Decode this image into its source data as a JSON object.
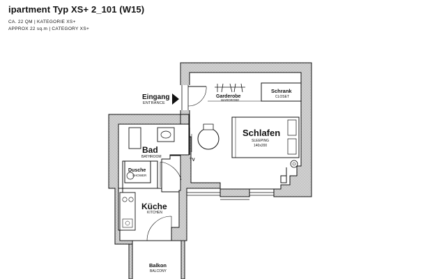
{
  "header": {
    "title": "ipartment Typ XS+ 2_101 (W15)",
    "subtitle_de": "CA. 22 QM | KATEGORIE XS+",
    "subtitle_en": "APPROX 22 sq.m | CATEGORY XS+"
  },
  "rooms": {
    "entrance": {
      "de": "Eingang",
      "en": "ENTRANCE"
    },
    "wardrobe": {
      "de": "Garderobe",
      "en": "WARDROBE"
    },
    "closet": {
      "de": "Schrank",
      "en": "CLOSET"
    },
    "sleeping": {
      "de": "Schlafen",
      "en": "SLEEPING",
      "bed_size": "140x200"
    },
    "bathroom": {
      "de": "Bad",
      "en": "BATHROOM"
    },
    "shower": {
      "de": "Dusche",
      "en": "SHOWER"
    },
    "tv": {
      "label": "TV"
    },
    "kitchen": {
      "de": "Küche",
      "en": "KITCHEN"
    },
    "balcony": {
      "de": "Balkon",
      "en": "BALCONY"
    }
  },
  "colors": {
    "wall_fill": "#cfcfcf",
    "wall_line": "#111111",
    "background": "#ffffff"
  }
}
